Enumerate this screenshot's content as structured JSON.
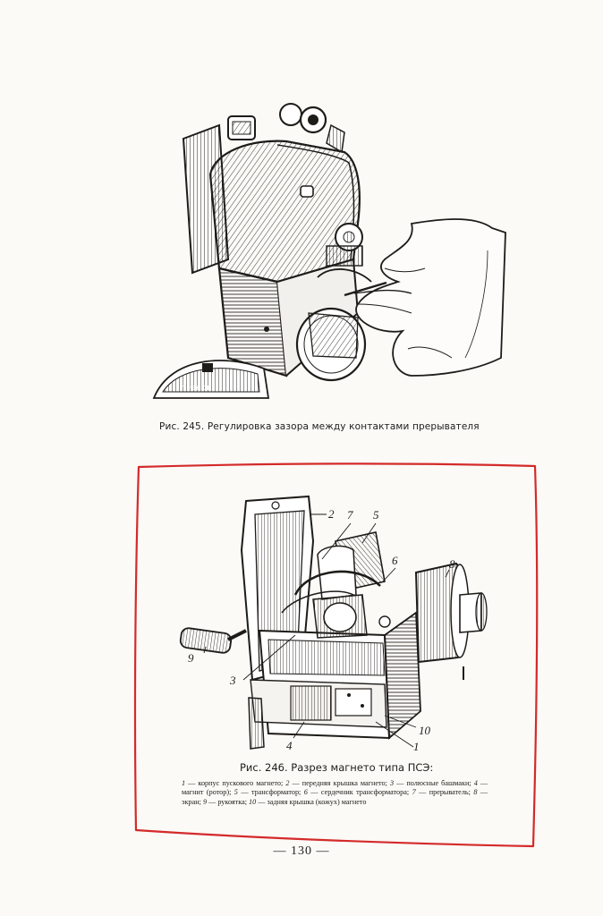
{
  "figure_245": {
    "caption": "Рис. 245. Регулировка зазора между контактами прерывателя",
    "gauge_text": "ПРЕКОН"
  },
  "figure_246": {
    "caption": "Рис. 246. Разрез магнето типа ПСЭ:",
    "callouts": [
      "2",
      "7",
      "5",
      "6",
      "8",
      "9",
      "3",
      "10",
      "4",
      "1"
    ],
    "legend": [
      {
        "num": "1",
        "text": "корпус пускового магнето;"
      },
      {
        "num": "2",
        "text": "передняя крышка магнето;"
      },
      {
        "num": "3",
        "text": "полюсные башмаки;"
      },
      {
        "num": "4",
        "text": "магнит (ротор);"
      },
      {
        "num": "5",
        "text": "трансформатор;"
      },
      {
        "num": "6",
        "text": "сердечник трансформатора;"
      },
      {
        "num": "7",
        "text": "прерыватель;"
      },
      {
        "num": "8",
        "text": "экран;"
      },
      {
        "num": "9",
        "text": "рукоятка;"
      },
      {
        "num": "10",
        "text": "задняя крышка (кожух) магнето"
      }
    ]
  },
  "page_number": "— 130 —",
  "colors": {
    "ink": "#1e1c19",
    "paper": "#fbfaf7",
    "highlight": "#d42a2a"
  }
}
